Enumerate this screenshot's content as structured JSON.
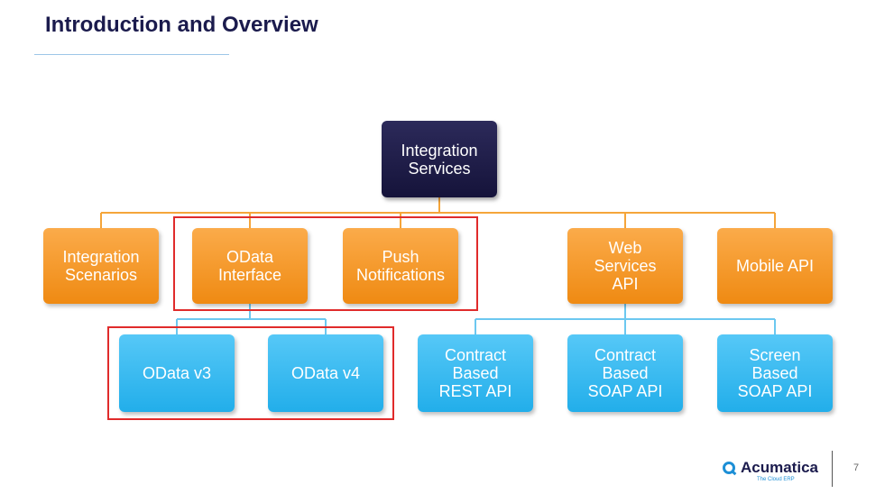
{
  "slide": {
    "title": "Introduction and Overview",
    "page_number": "7"
  },
  "colors": {
    "root": "#1b1a45",
    "orange": "#f5961e",
    "blue": "#2fb6ef",
    "orange_connector": "#f5a53a",
    "blue_connector": "#6cc8f0",
    "highlight": "#e02b2b"
  },
  "diagram": {
    "root": "Integration\nServices",
    "level1": [
      "Integration\nScenarios",
      "OData\nInterface",
      "Push\nNotifications",
      "Web\nServices\nAPI",
      "Mobile API"
    ],
    "level2_odata": [
      "OData v3",
      "OData v4"
    ],
    "level2_web": [
      "Contract\nBased\nREST API",
      "Contract\nBased\nSOAP API",
      "Screen\nBased\nSOAP API"
    ]
  },
  "logo": {
    "name": "Acumatica",
    "tagline": "The Cloud ERP",
    "icon": "acumatica-logo-icon"
  }
}
